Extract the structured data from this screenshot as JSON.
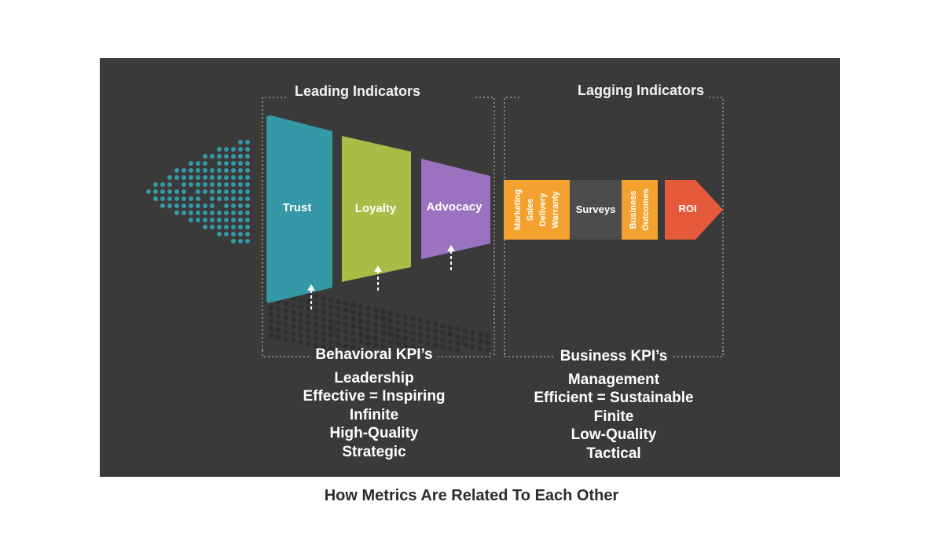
{
  "diagram": {
    "leading_header": "Leading Indicators",
    "lagging_header": "Lagging Indicators",
    "funnel_stages": [
      {
        "label": "Trust",
        "color": "#3598a6"
      },
      {
        "label": "Loyalty",
        "color": "#a9bc47"
      },
      {
        "label": "Advocacy",
        "color": "#9a72c0"
      }
    ],
    "business_segments": [
      {
        "lines": [
          "Marketing",
          "Sales",
          "Delivery",
          "Warranty"
        ],
        "color": "#f4a22f"
      },
      {
        "lines": [
          "Surveys"
        ],
        "color": "#4c4c4c"
      },
      {
        "lines": [
          "Business",
          "Outcomes"
        ],
        "color": "#f4a22f"
      }
    ],
    "roi_label": "ROI",
    "roi_color": "#e65a3c",
    "dot_color": "#3598a6",
    "behavioral": {
      "heading": "Behavioral KPI’s",
      "items": [
        "Leadership",
        "Effective = Inspiring",
        "Infinite",
        "High-Quality",
        "Strategic"
      ]
    },
    "business": {
      "heading": "Business KPI’s",
      "items": [
        "Management",
        "Efficient = Sustainable",
        "Finite",
        "Low-Quality",
        "Tactical"
      ]
    }
  },
  "caption": "How Metrics Are Related To Each Other"
}
